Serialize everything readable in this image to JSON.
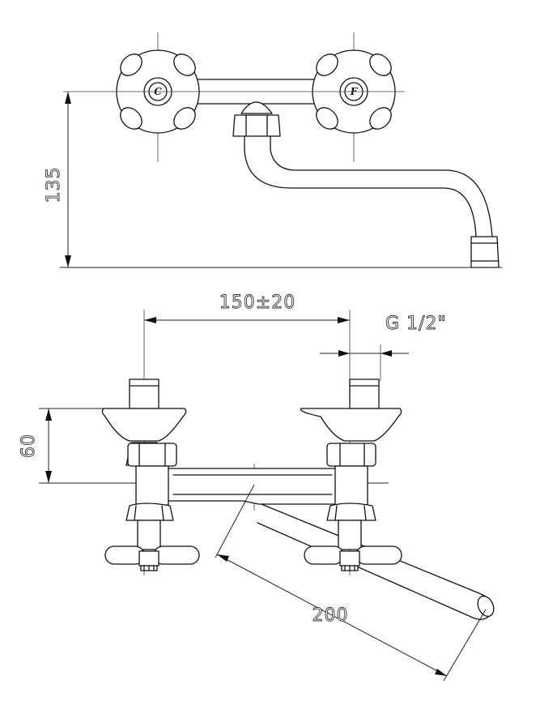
{
  "dimensions": {
    "height_top_view": "135",
    "spacing": "150±20",
    "thread": "G 1/2\"",
    "height_front_view": "60",
    "spout_length": "200"
  },
  "handles": {
    "left_mark": "C",
    "right_mark": "F"
  }
}
